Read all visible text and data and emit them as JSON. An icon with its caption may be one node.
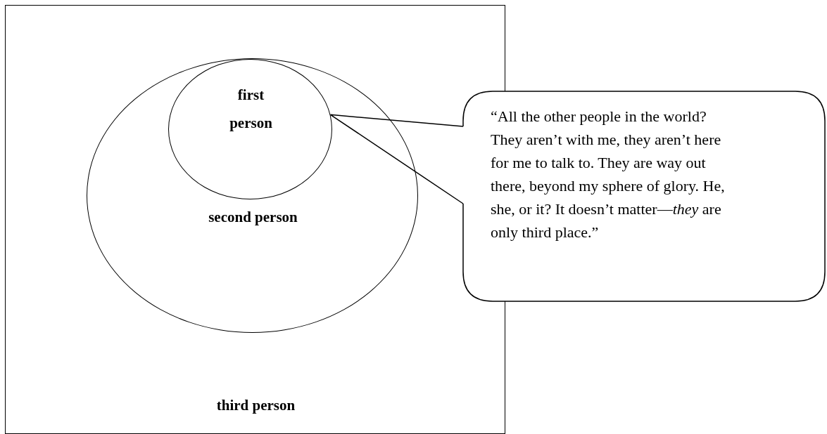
{
  "diagram": {
    "nodes": [
      {
        "text": [
          "third person"
        ]
      },
      {
        "text": [
          "second person"
        ],
        "in": 0
      },
      {
        "text": [
          "first person"
        ],
        "in": 1
      },
      {
        "text": [
          "“All the other people in the world? They aren’t with me, they aren’t here for me to talk to. They are way out there, beyond my sphere of glory. He, she, or it? It doesn’t matter—*they* are only third place.”"
        ]
      }
    ],
    "edges": [
      {
        "from": 3,
        "to": 2,
        "arrow": "none"
      }
    ]
  }
}
